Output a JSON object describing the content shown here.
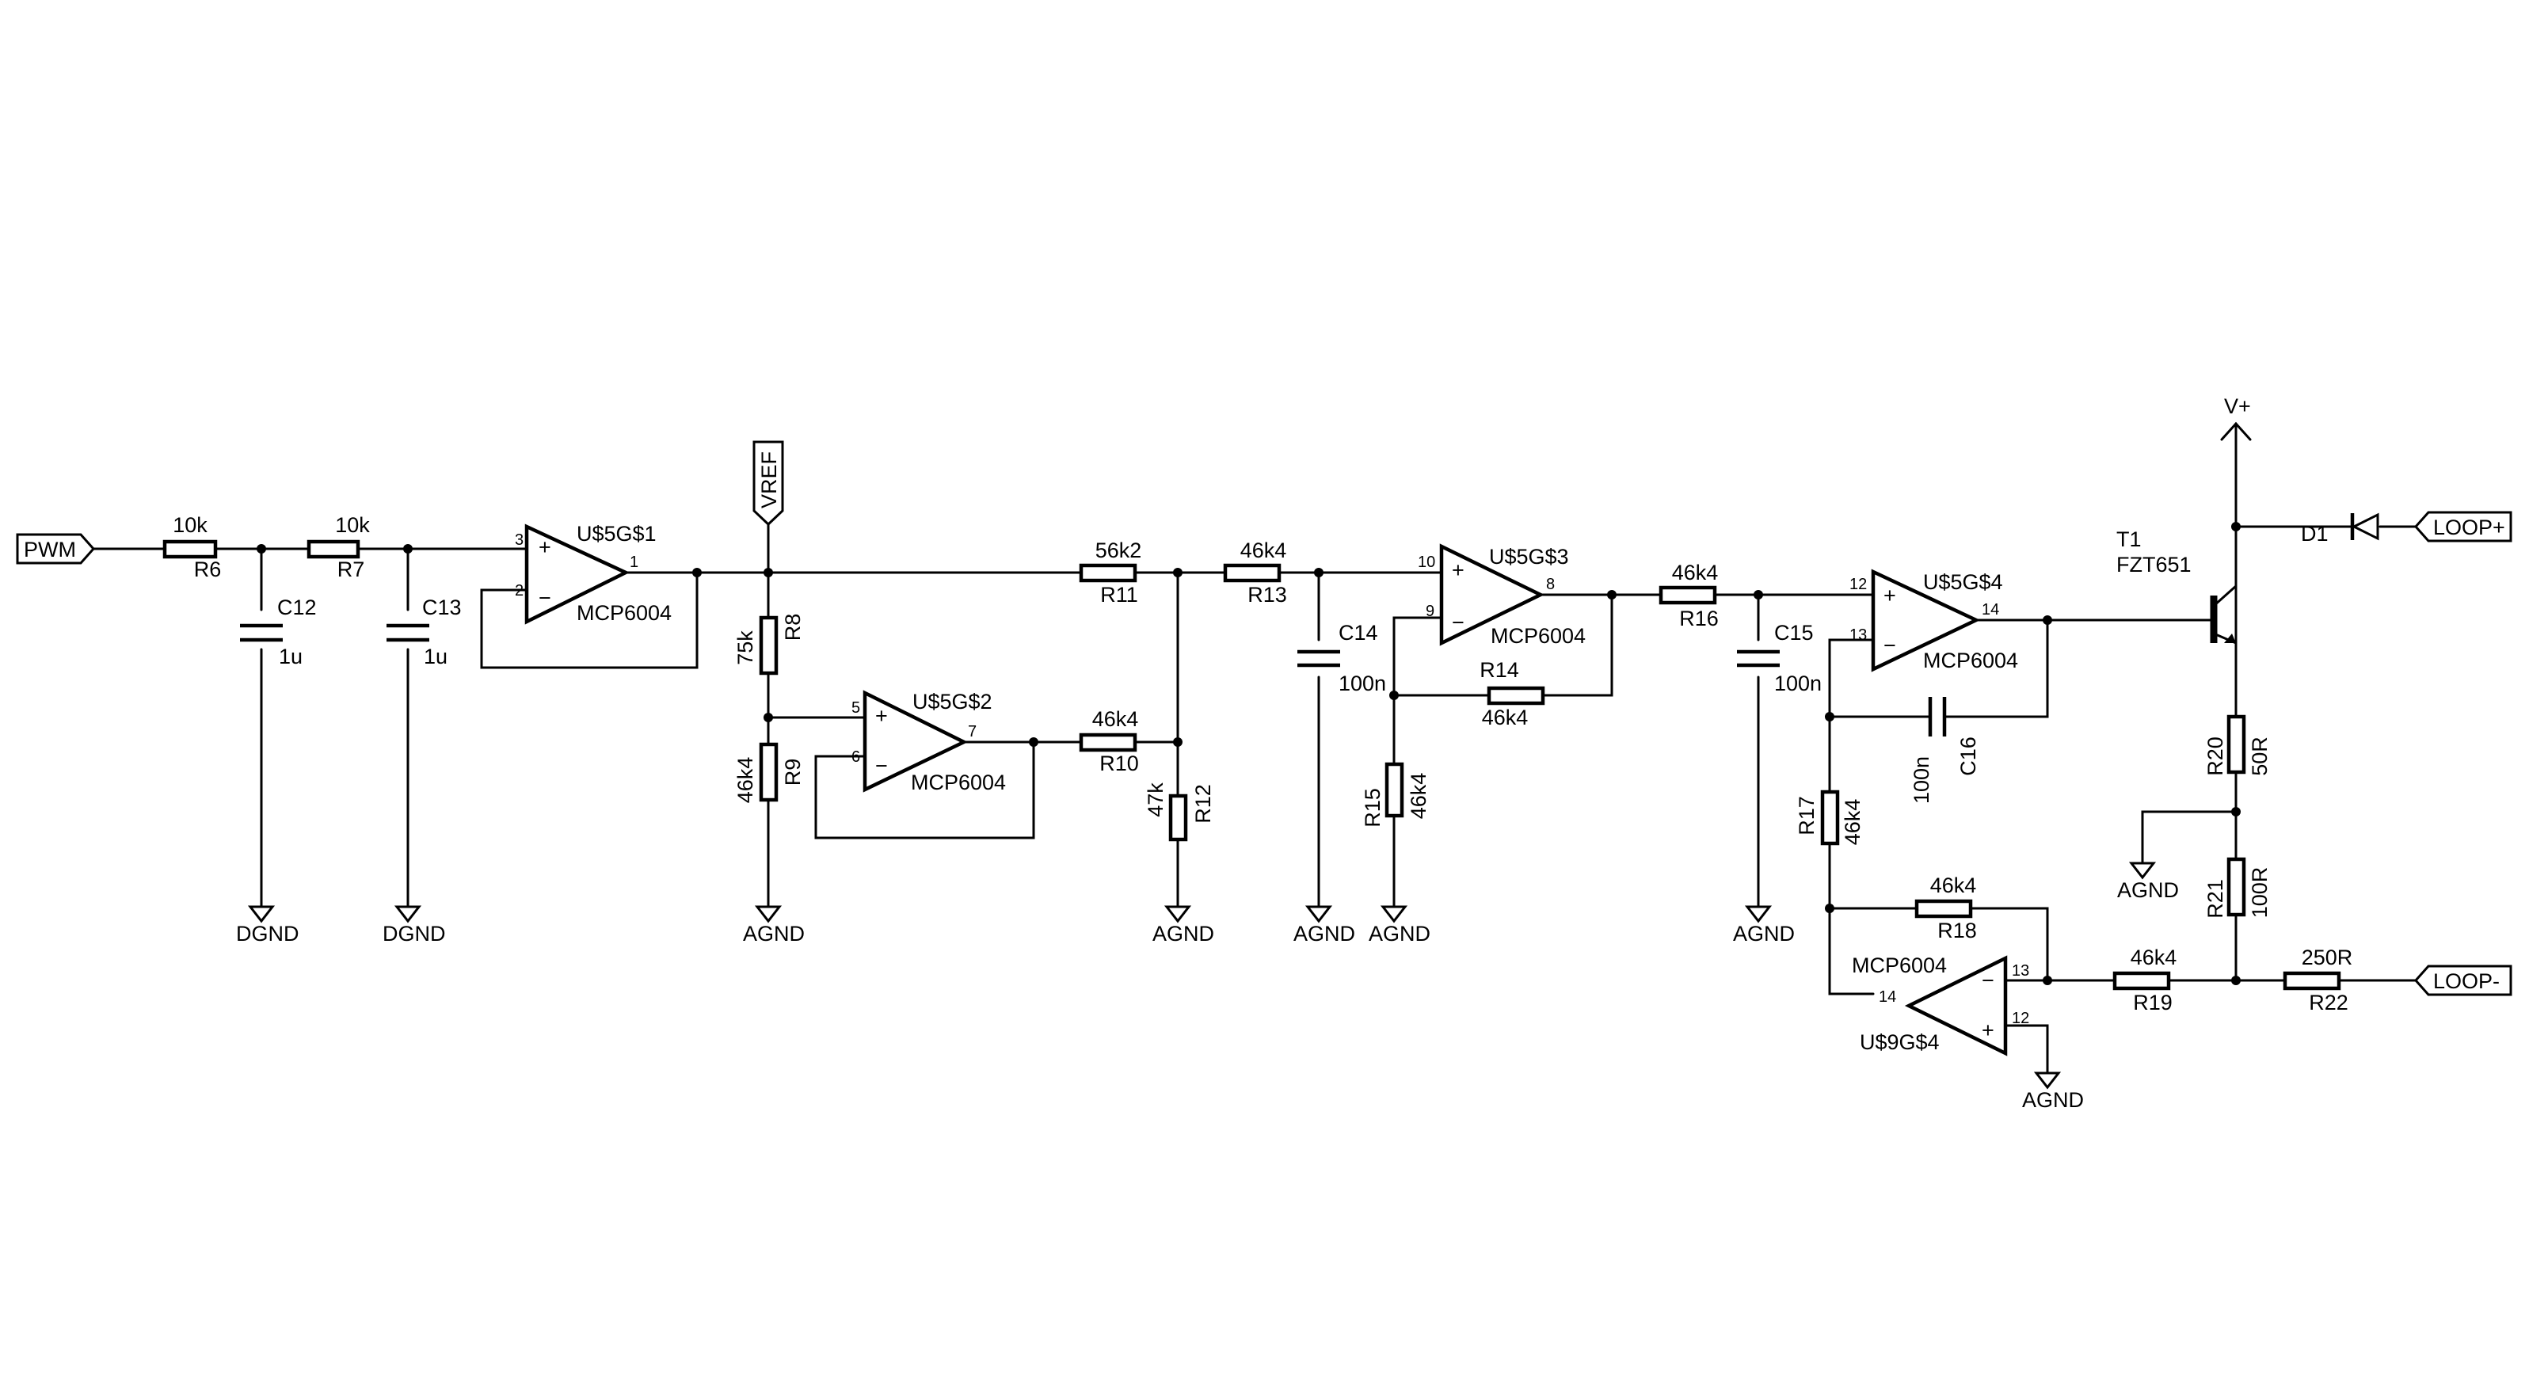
{
  "ports": {
    "pwm": "PWM",
    "vref": "VREF",
    "loop_plus": "LOOP+",
    "loop_minus": "LOOP-",
    "vplus": "V+"
  },
  "gnd": {
    "dgnd": "DGND",
    "agnd": "AGND"
  },
  "resistors": {
    "r6": {
      "name": "R6",
      "value": "10k"
    },
    "r7": {
      "name": "R7",
      "value": "10k"
    },
    "r8": {
      "name": "R8",
      "value": "75k"
    },
    "r9": {
      "name": "R9",
      "value": "46k4"
    },
    "r10": {
      "name": "R10",
      "value": "46k4"
    },
    "r11": {
      "name": "R11",
      "value": "56k2"
    },
    "r12": {
      "name": "R12",
      "value": "47k"
    },
    "r13": {
      "name": "R13",
      "value": "46k4"
    },
    "r14": {
      "name": "R14",
      "value": "46k4"
    },
    "r15": {
      "name": "R15",
      "value": "46k4"
    },
    "r16": {
      "name": "R16",
      "value": "46k4"
    },
    "r17": {
      "name": "R17",
      "value": "46k4"
    },
    "r18": {
      "name": "R18",
      "value": "46k4"
    },
    "r19": {
      "name": "R19",
      "value": "46k4"
    },
    "r20": {
      "name": "R20",
      "value": "50R"
    },
    "r21": {
      "name": "R21",
      "value": "100R"
    },
    "r22": {
      "name": "R22",
      "value": "250R"
    }
  },
  "capacitors": {
    "c12": {
      "name": "C12",
      "value": "1u"
    },
    "c13": {
      "name": "C13",
      "value": "1u"
    },
    "c14": {
      "name": "C14",
      "value": "100n"
    },
    "c15": {
      "name": "C15",
      "value": "100n"
    },
    "c16": {
      "name": "C16",
      "value": "100n"
    }
  },
  "opamps": {
    "u1": {
      "name": "U$5G$1",
      "part": "MCP6004",
      "pin_plus": "3",
      "pin_minus": "2",
      "pin_out": "1"
    },
    "u2": {
      "name": "U$5G$2",
      "part": "MCP6004",
      "pin_plus": "5",
      "pin_minus": "6",
      "pin_out": "7"
    },
    "u3": {
      "name": "U$5G$3",
      "part": "MCP6004",
      "pin_plus": "10",
      "pin_minus": "9",
      "pin_out": "8"
    },
    "u4": {
      "name": "U$5G$4",
      "part": "MCP6004",
      "pin_plus": "12",
      "pin_minus": "13",
      "pin_out": "14"
    },
    "u9": {
      "name": "U$9G$4",
      "part": "MCP6004",
      "pin_plus": "12",
      "pin_minus": "13",
      "pin_out": "14"
    }
  },
  "signs": {
    "plus": "+",
    "minus": "−"
  },
  "transistor": {
    "name": "T1",
    "part": "FZT651"
  },
  "diode": {
    "name": "D1"
  }
}
